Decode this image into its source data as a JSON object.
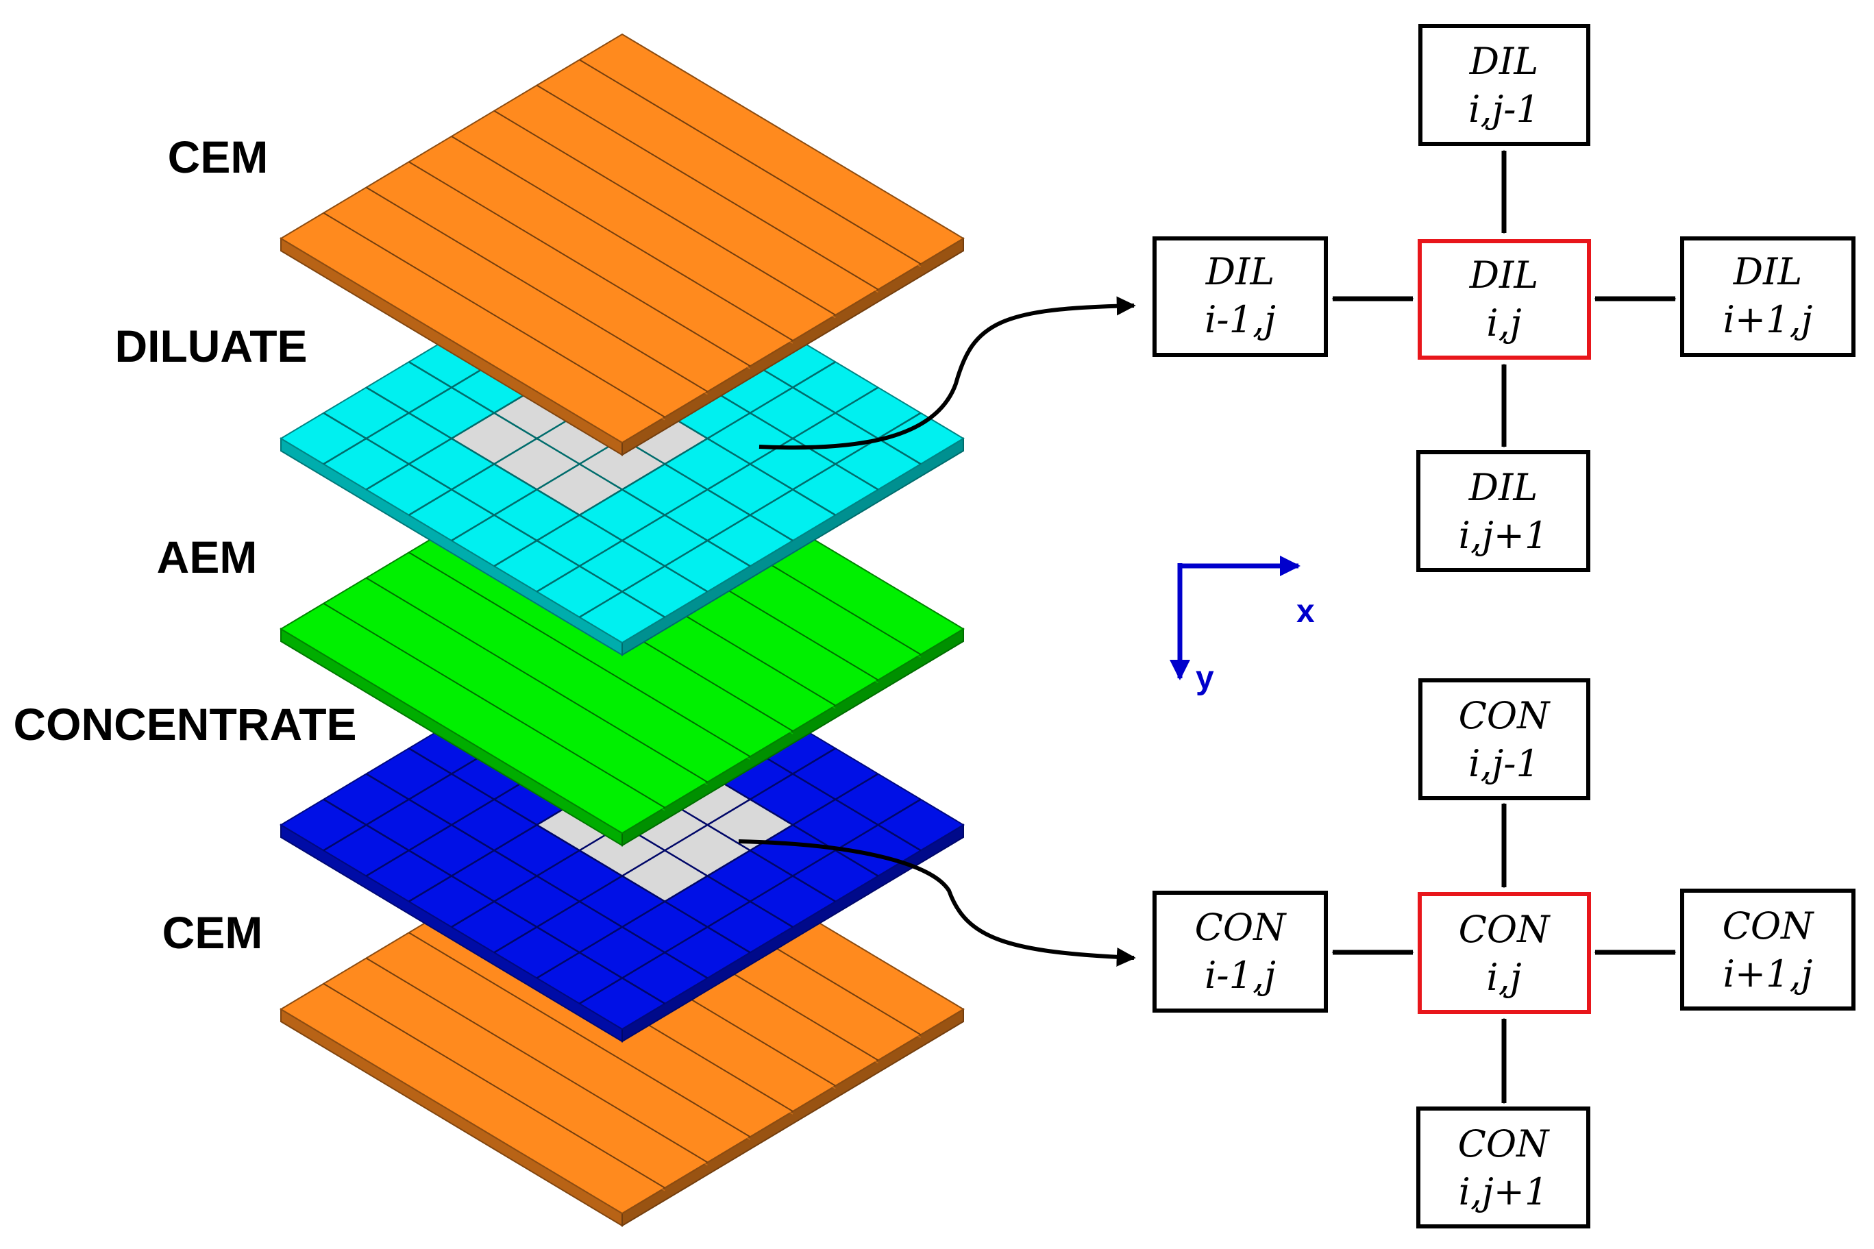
{
  "layers": [
    {
      "id": "cem-top",
      "label": "CEM",
      "color": "#FF8A1E",
      "kind": "membrane"
    },
    {
      "id": "diluate",
      "label": "DILUATE",
      "color": "#00F0F0",
      "kind": "compartment"
    },
    {
      "id": "aem",
      "label": "AEM",
      "color": "#00F000",
      "kind": "membrane"
    },
    {
      "id": "concentrate",
      "label": "CONCENTRATE",
      "color": "#0010E6",
      "kind": "compartment"
    },
    {
      "id": "cem-bottom",
      "label": "CEM",
      "color": "#FF8A1E",
      "kind": "membrane"
    }
  ],
  "highlight_color": "#D9D9D9",
  "grids": [
    {
      "id": "dil",
      "center": {
        "name": "DIL",
        "index": "i,j"
      },
      "north": {
        "name": "DIL",
        "index": "i,j-1"
      },
      "west": {
        "name": "DIL",
        "index": "i-1,j"
      },
      "east": {
        "name": "DIL",
        "index": "i+1,j"
      },
      "south": {
        "name": "DIL",
        "index": "i,j+1"
      }
    },
    {
      "id": "con",
      "center": {
        "name": "CON",
        "index": "i,j"
      },
      "north": {
        "name": "CON",
        "index": "i,j-1"
      },
      "west": {
        "name": "CON",
        "index": "i-1,j"
      },
      "east": {
        "name": "CON",
        "index": "i+1,j"
      },
      "south": {
        "name": "CON",
        "index": "i,j+1"
      }
    }
  ],
  "center_border_color": "#E8161B",
  "axes": {
    "x_label": "x",
    "y_label": "y",
    "color": "#0000CC"
  }
}
